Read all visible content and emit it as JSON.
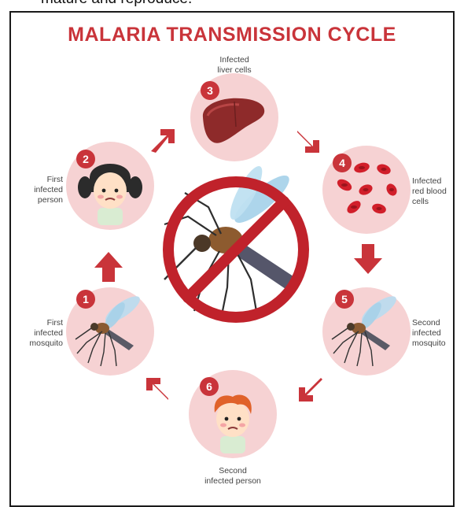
{
  "top_caption": "mature and reproduce.",
  "title": "MALARIA TRANSMISSION CYCLE",
  "colors": {
    "accent": "#c9343a",
    "node_fill": "#f6d2d3",
    "arrow": "#c9343a"
  },
  "steps": [
    {
      "number": "1",
      "label_lines": [
        "First",
        "infected",
        "mosquito"
      ],
      "icon": "mosquito-icon"
    },
    {
      "number": "2",
      "label_lines": [
        "First",
        "infected",
        "person"
      ],
      "icon": "girl-icon"
    },
    {
      "number": "3",
      "label_lines": [
        "Infected",
        "liver cells"
      ],
      "icon": "liver-icon"
    },
    {
      "number": "4",
      "label_lines": [
        "Infected",
        "red blood",
        "cells"
      ],
      "icon": "red-blood-cells-icon"
    },
    {
      "number": "5",
      "label_lines": [
        "Second",
        "infected",
        "mosquito"
      ],
      "icon": "mosquito-icon"
    },
    {
      "number": "6",
      "label_lines": [
        "Second",
        "infected person"
      ],
      "icon": "boy-icon"
    }
  ],
  "center_icon": "no-mosquito-icon"
}
